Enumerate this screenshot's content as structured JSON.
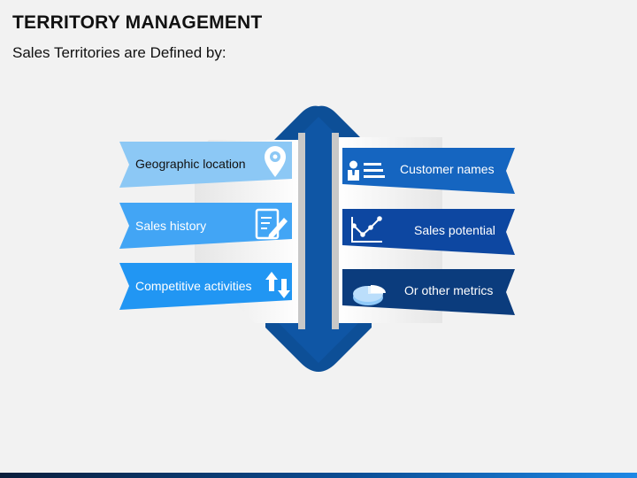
{
  "title": "TERRITORY MANAGEMENT",
  "subtitle": "Sales Territories are Defined by:",
  "left_items": [
    {
      "label": "Geographic location",
      "icon": "location-pin-icon"
    },
    {
      "label": "Sales history",
      "icon": "document-edit-icon"
    },
    {
      "label": "Competitive activities",
      "icon": "up-down-arrows-icon"
    }
  ],
  "right_items": [
    {
      "label": "Customer names",
      "icon": "contact-list-icon"
    },
    {
      "label": "Sales potential",
      "icon": "line-chart-icon"
    },
    {
      "label": "Or other metrics",
      "icon": "pie-chart-icon"
    }
  ],
  "colors": {
    "background": "#f2f2f2",
    "left_tab_1": "#8cc8f5",
    "left_tab_2": "#42a5f5",
    "left_tab_3": "#2196f3",
    "right_tab_1": "#1565c0",
    "right_tab_2": "#0d47a1",
    "right_tab_3": "#0b3c7d",
    "center_diamond": "#0d4f97"
  }
}
